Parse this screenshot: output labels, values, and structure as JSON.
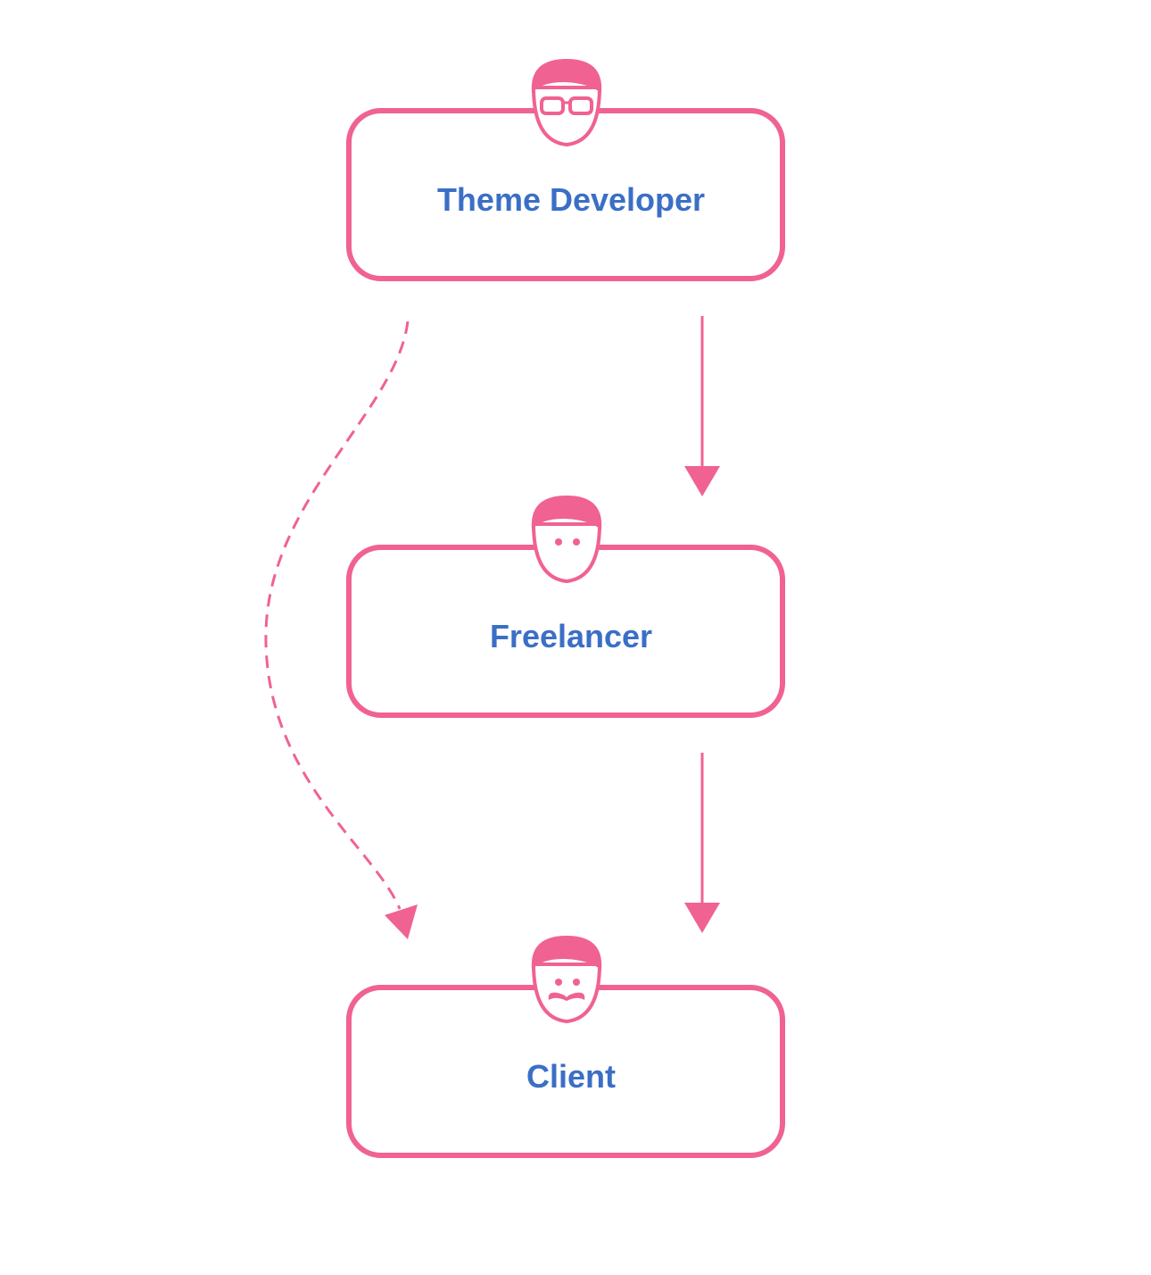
{
  "colors": {
    "accent": "#f06292",
    "label": "#3b6fc6",
    "background": "#ffffff"
  },
  "nodes": [
    {
      "id": "theme-developer",
      "label": "Theme Developer",
      "icon": "person-with-glasses-icon"
    },
    {
      "id": "freelancer",
      "label": "Freelancer",
      "icon": "person-icon"
    },
    {
      "id": "client",
      "label": "Client",
      "icon": "person-with-mustache-icon"
    }
  ],
  "edges": [
    {
      "from": "theme-developer",
      "to": "freelancer",
      "style": "solid"
    },
    {
      "from": "freelancer",
      "to": "client",
      "style": "solid"
    },
    {
      "from": "theme-developer",
      "to": "client",
      "style": "dashed"
    }
  ]
}
